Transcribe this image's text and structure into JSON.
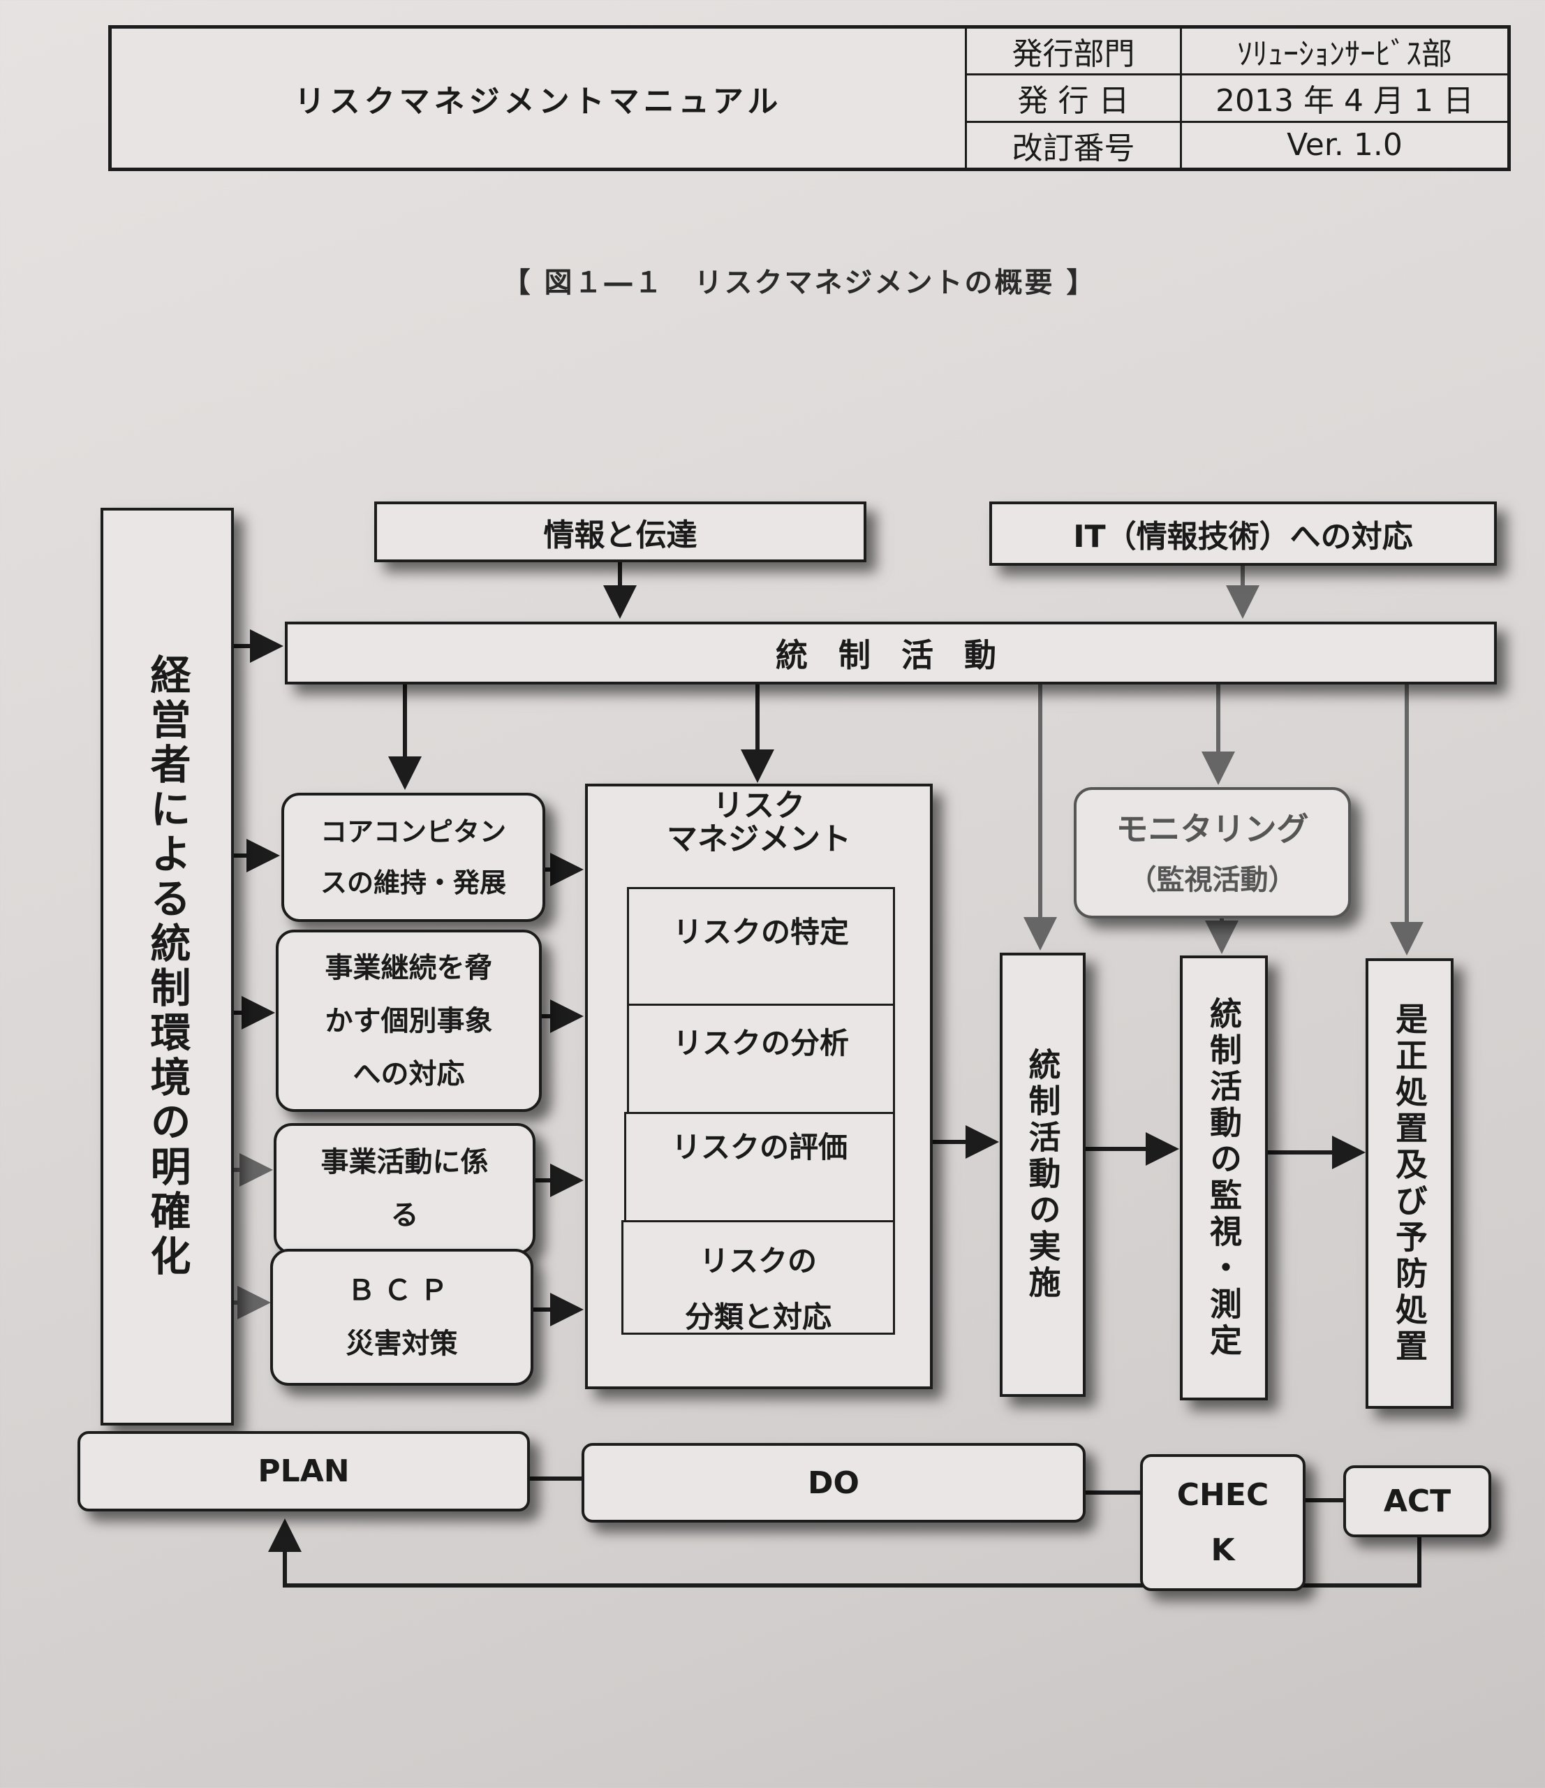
{
  "header": {
    "title": "リスクマネジメントマニュアル",
    "rows": [
      {
        "label": "発行部門",
        "value": "ｿﾘｭｰｼｮﾝｻｰﾋﾞｽ部"
      },
      {
        "label": "発 行 日",
        "value": "2013 年 4 月 1 日"
      },
      {
        "label": "改訂番号",
        "value": "Ver. 1.0"
      }
    ]
  },
  "figure": {
    "caption": "【 図１―１　リスクマネジメントの概要 】",
    "management": "経営者による統制環境の明確化",
    "info": "情報と伝達",
    "it": "IT（情報技術）への対応",
    "control": "統 制 活 動",
    "inputs": [
      {
        "line1": "コアコンピタン",
        "line2": "スの維持・発展"
      },
      {
        "line1": "事業継続を脅",
        "line2": "かす個別事象",
        "line3": "への対応"
      },
      {
        "line1": "事業活動に係",
        "line2": "る"
      },
      {
        "line1": "ＢＣＰ",
        "line2": "災害対策"
      }
    ],
    "risk_management": {
      "title1": "リスク",
      "title2": "マネジメント",
      "steps": [
        "リスクの特定",
        "リスクの分析",
        "リスクの評価"
      ],
      "last_step1": "リスクの",
      "last_step2": "分類と対応"
    },
    "monitoring": {
      "title": "モニタリング",
      "sub": "（監視活動）"
    },
    "implement": "統制活動の実施",
    "measure": "統制活動の監視・測定",
    "corrective": "是正処置及び予防処置",
    "pdca": {
      "plan": "PLAN",
      "do": "DO",
      "check1": "CHEC",
      "check2": "K",
      "act": "ACT"
    }
  }
}
